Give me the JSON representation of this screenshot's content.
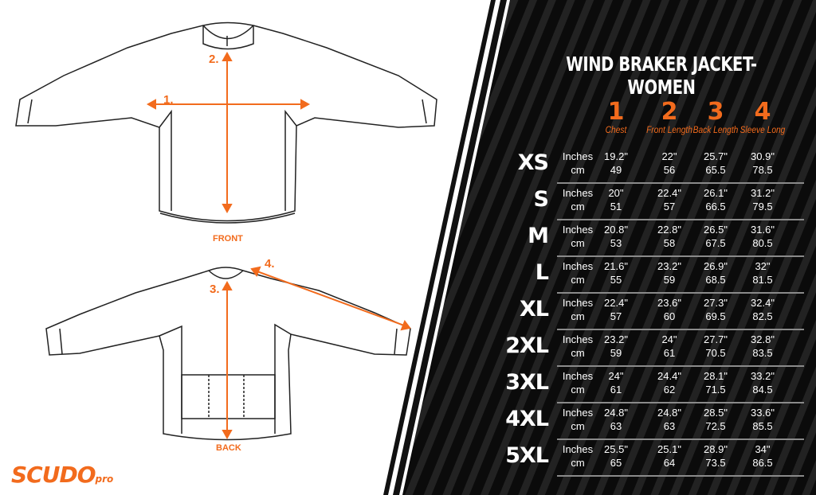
{
  "title": "WIND BRAKER JACKET-WOMEN",
  "brand": {
    "name": "SCUDO",
    "suffix": "pro"
  },
  "colors": {
    "accent": "#f26b1d",
    "panel": "#0d0d0d",
    "text": "#ffffff"
  },
  "diagram": {
    "front_label": "FRONT",
    "back_label": "BACK",
    "markers": [
      "1.",
      "2.",
      "3.",
      "4."
    ]
  },
  "columns": [
    {
      "num": "1",
      "label": "Chest"
    },
    {
      "num": "2",
      "label": "Front Length"
    },
    {
      "num": "3",
      "label": "Back Length"
    },
    {
      "num": "4",
      "label": "Sleeve Long"
    }
  ],
  "units": {
    "inches": "Inches",
    "cm": "cm"
  },
  "rows": [
    {
      "size": "XS",
      "inches": [
        "19.2\"",
        "22\"",
        "25.7\"",
        "30.9\""
      ],
      "cm": [
        "49",
        "56",
        "65.5",
        "78.5"
      ]
    },
    {
      "size": "S",
      "inches": [
        "20\"",
        "22.4\"",
        "26.1\"",
        "31.2\""
      ],
      "cm": [
        "51",
        "57",
        "66.5",
        "79.5"
      ]
    },
    {
      "size": "M",
      "inches": [
        "20.8\"",
        "22.8\"",
        "26.5\"",
        "31.6\""
      ],
      "cm": [
        "53",
        "58",
        "67.5",
        "80.5"
      ]
    },
    {
      "size": "L",
      "inches": [
        "21.6\"",
        "23.2\"",
        "26.9\"",
        "32\""
      ],
      "cm": [
        "55",
        "59",
        "68.5",
        "81.5"
      ]
    },
    {
      "size": "XL",
      "inches": [
        "22.4\"",
        "23.6\"",
        "27.3\"",
        "32.4\""
      ],
      "cm": [
        "57",
        "60",
        "69.5",
        "82.5"
      ]
    },
    {
      "size": "2XL",
      "inches": [
        "23.2\"",
        "24\"",
        "27.7\"",
        "32.8\""
      ],
      "cm": [
        "59",
        "61",
        "70.5",
        "83.5"
      ]
    },
    {
      "size": "3XL",
      "inches": [
        "24\"",
        "24.4\"",
        "28.1\"",
        "33.2\""
      ],
      "cm": [
        "61",
        "62",
        "71.5",
        "84.5"
      ]
    },
    {
      "size": "4XL",
      "inches": [
        "24.8\"",
        "24.8\"",
        "28.5\"",
        "33.6\""
      ],
      "cm": [
        "63",
        "63",
        "72.5",
        "85.5"
      ]
    },
    {
      "size": "5XL",
      "inches": [
        "25.5\"",
        "25.1\"",
        "28.9\"",
        "34\""
      ],
      "cm": [
        "65",
        "64",
        "73.5",
        "86.5"
      ]
    }
  ]
}
